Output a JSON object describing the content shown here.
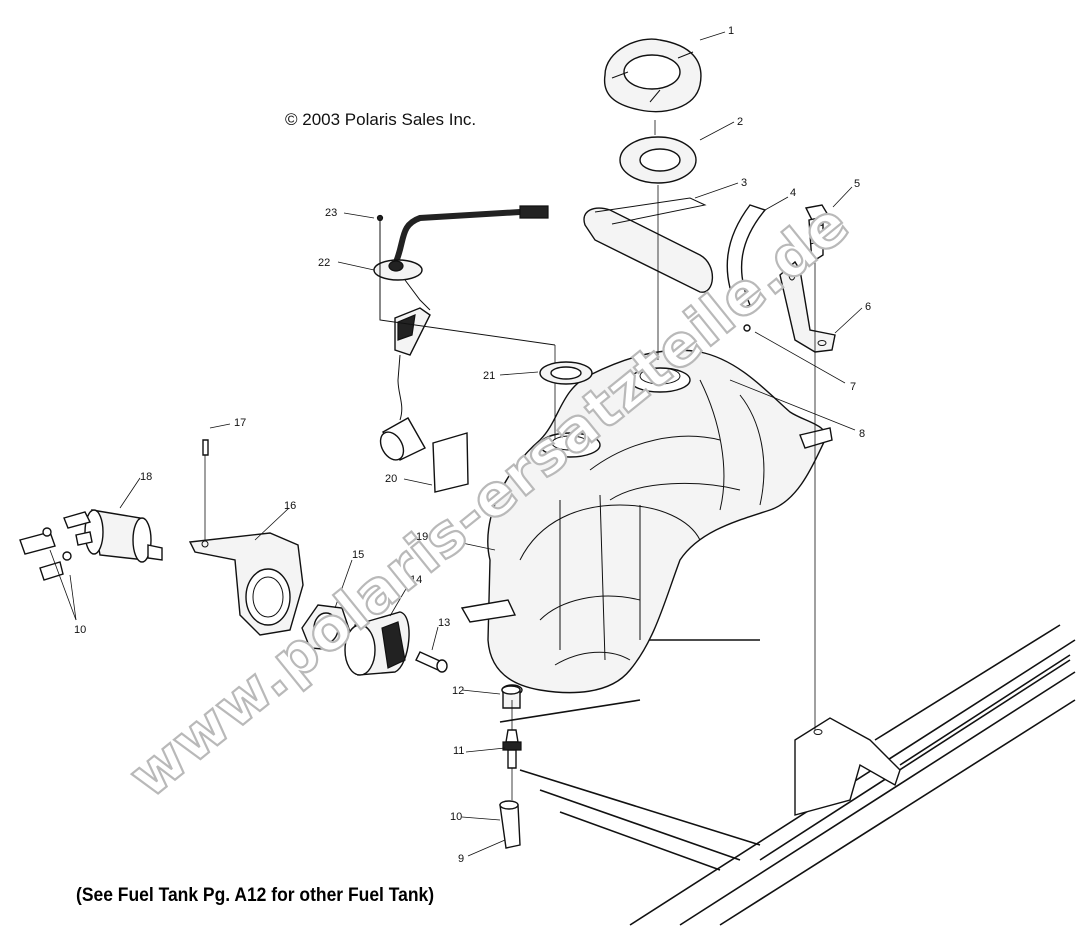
{
  "copyright": "© 2003 Polaris Sales Inc.",
  "footnote": "(See Fuel Tank Pg. A12 for other Fuel Tank)",
  "watermark": "www.polaris-ersatzteile.de",
  "callouts": {
    "c1": "1",
    "c2": "2",
    "c3": "3",
    "c4": "4",
    "c5": "5",
    "c6": "6",
    "c7": "7",
    "c8": "8",
    "c9": "9",
    "c10a": "10",
    "c10b": "10",
    "c11": "11",
    "c12": "12",
    "c13": "13",
    "c14": "14",
    "c15": "15",
    "c16": "16",
    "c17": "17",
    "c18": "18",
    "c19": "19",
    "c20": "20",
    "c21": "21",
    "c22": "22",
    "c23": "23"
  },
  "colors": {
    "line": "#111111",
    "watermark": "#b9b9b9",
    "background": "#ffffff"
  }
}
